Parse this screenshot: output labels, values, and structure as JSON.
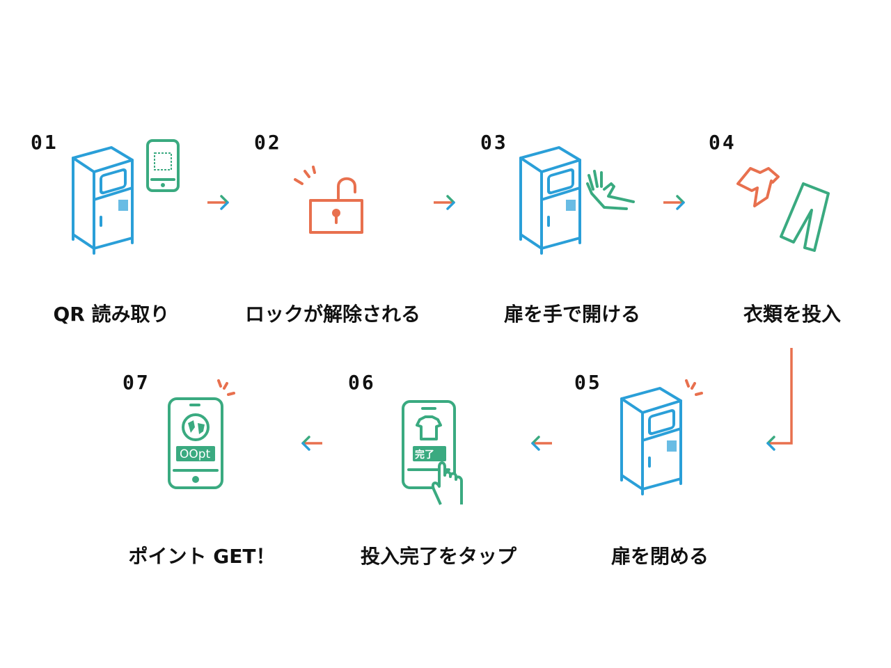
{
  "colors": {
    "blue": "#2a9fd8",
    "green": "#3aaa80",
    "orange": "#e8704e"
  },
  "steps": [
    {
      "number": "01",
      "caption": "QR 読み取り"
    },
    {
      "number": "02",
      "caption": "ロックが解除される"
    },
    {
      "number": "03",
      "caption": "扉を手で開ける"
    },
    {
      "number": "04",
      "caption": "衣類を投入"
    },
    {
      "number": "05",
      "caption": "扉を閉める"
    },
    {
      "number": "06",
      "caption": "投入完了をタップ",
      "button": "完了"
    },
    {
      "number": "07",
      "caption": "ポイント GET！",
      "points": "OOpt"
    }
  ]
}
